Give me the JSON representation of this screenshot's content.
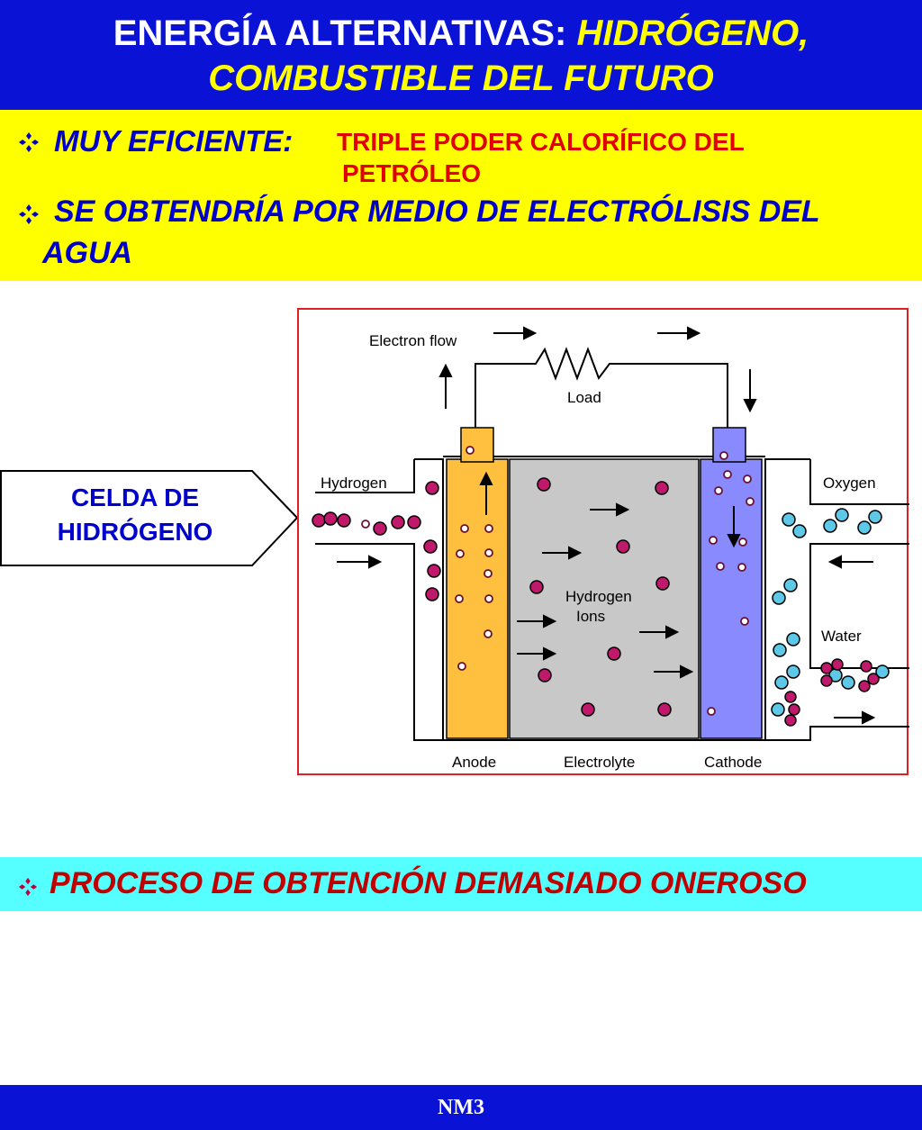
{
  "header": {
    "line1_white": "ENERGÍA ALTERNATIVAS: ",
    "line1_yellow": "HIDRÓGENO,",
    "line2_yellow": "COMBUSTIBLE DEL FUTURO"
  },
  "bullets": {
    "b1_label": "MUY EFICIENTE:",
    "b1_red_strong": "TRIPLE",
    "b1_red_rest": " PODER CALORÍFICO DEL",
    "b1_red_line2": "PETRÓLEO",
    "b2_line1": "SE OBTENDRÍA POR MEDIO DE ELECTRÓLISIS DEL",
    "b2_line2": "AGUA"
  },
  "callout": {
    "line1": "CELDA DE",
    "line2": "HIDRÓGENO"
  },
  "diagram": {
    "electron_flow": "Electron flow",
    "load": "Load",
    "hydrogen": "Hydrogen",
    "oxygen": "Oxygen",
    "hydrogen_ions_1": "Hydrogen",
    "hydrogen_ions_2": "Ions",
    "water": "Water",
    "anode": "Anode",
    "electrolyte": "Electrolyte",
    "cathode": "Cathode"
  },
  "bottom_bullet": "PROCESO DE OBTENCIÓN DEMASIADO ONEROSO",
  "footer": "NM3",
  "colors": {
    "header_bg": "#0a12d6",
    "yellow_band": "#ffff00",
    "cyan_band": "#55ffff"
  }
}
